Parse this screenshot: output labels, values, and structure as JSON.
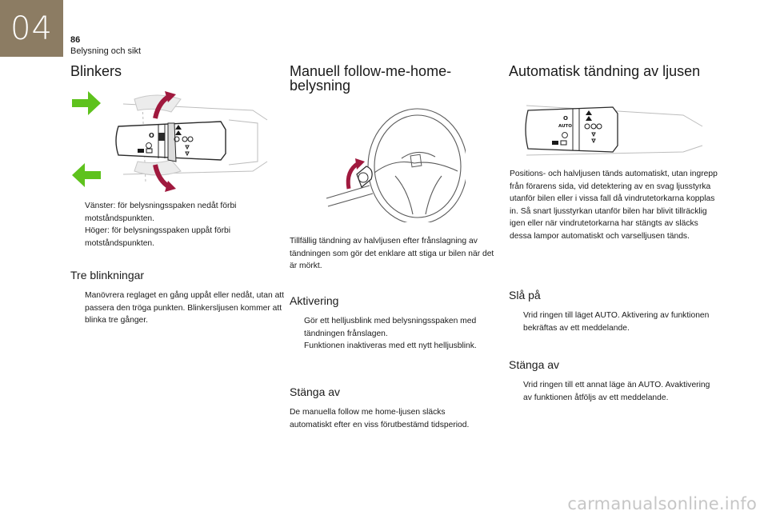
{
  "header": {
    "chapter_number": "04",
    "page_number": "86",
    "section": "Belysning och sikt"
  },
  "col1": {
    "title": "Blinkers",
    "bullets": [
      "Vänster: för belysningsspaken nedåt förbi motståndspunkten.",
      "Höger: för belysningsspaken uppåt förbi motståndspunkten."
    ],
    "sub_title": "Tre blinkningar",
    "sub_bullets": [
      "Manövrera reglaget en gång uppåt eller nedåt, utan att passera den tröga punkten. Blinkersljusen kommer att blinka tre gånger."
    ]
  },
  "col2": {
    "title_line1": "Manuell follow-me-home-",
    "title_line2": "belysning",
    "intro": "Tillfällig tändning av halvljusen efter frånslagning av tändningen som gör det enklare att stiga ur bilen när det är mörkt.",
    "activation_title": "Aktivering",
    "activation_bullets": [
      "Gör ett helljusblink med belysningsspaken med tändningen frånslagen.",
      "Funktionen inaktiveras med ett nytt helljusblink."
    ],
    "off_title": "Stänga av",
    "off_text": "De manuella follow me home-ljusen släcks automatiskt efter en viss förutbestämd tidsperiod."
  },
  "col3": {
    "title": "Automatisk tändning av ljusen",
    "stalk_label_o": "O",
    "stalk_label_auto": "AUTO",
    "intro": "Positions- och halvljusen tänds automatiskt, utan ingrepp från förarens sida, vid detektering av en svag ljusstyrka utanför bilen eller i vissa fall då vindrutetorkarna kopplas in. Så snart ljusstyrkan utanför bilen har blivit tillräcklig igen eller när vindrutetorkarna har stängts av släcks dessa lampor automatiskt och varselljusen tänds.",
    "on_title": "Slå på",
    "on_bullets": [
      "Vrid ringen till läget AUTO. Aktivering av funktionen bekräftas av ett meddelande."
    ],
    "off_title": "Stänga av",
    "off_bullets": [
      "Vrid ringen till ett annat läge än AUTO. Avaktivering av funktionen åtföljs av ett meddelande."
    ]
  },
  "bullet_mark": "",
  "stalk_label_o": "O",
  "watermark": "carmanualsonline.info",
  "colors": {
    "chapter_tab": "#8c7c63",
    "arrow_green": "#5ec21d",
    "arrow_crimson": "#a0193e"
  }
}
